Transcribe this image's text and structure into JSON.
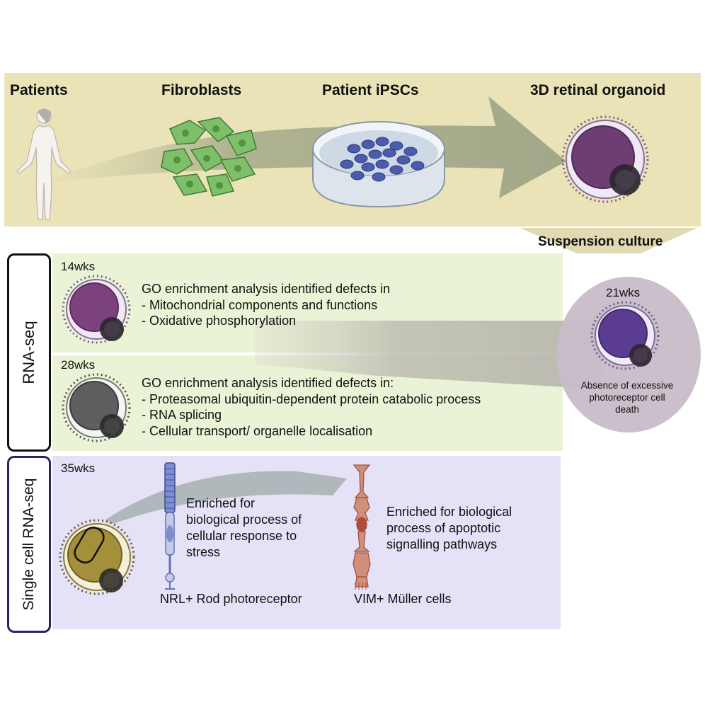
{
  "top": {
    "patients": "Patients",
    "fibroblasts": "Fibroblasts",
    "ipscs": "Patient iPSCs",
    "organoid": "3D retinal organoid",
    "suspension": "Suspension culture"
  },
  "rnaseq": {
    "label": "RNA-seq",
    "wk14": {
      "time": "14wks",
      "lines": [
        "GO enrichment analysis identified defects in",
        "- Mitochondrial components and functions",
        "- Oxidative phosphorylation"
      ]
    },
    "wk28": {
      "time": "28wks",
      "lines": [
        "GO enrichment analysis identified defects in:",
        "- Proteasomal ubiquitin-dependent protein catabolic process",
        "- RNA splicing",
        "- Cellular transport/ organelle localisation"
      ]
    },
    "wk21": {
      "time": "21wks",
      "lines": [
        "Absence of  excessive",
        "photoreceptor cell",
        "death"
      ]
    }
  },
  "single_cell": {
    "label": "Single cell RNA-seq",
    "time": "35wks",
    "rod_lines": [
      "Enriched for",
      "biological process of",
      "cellular response to",
      "stress"
    ],
    "muller_lines": [
      "Enriched for biological",
      "process of apoptotic",
      "signalling pathways"
    ],
    "rod_caption": "NRL+ Rod photoreceptor",
    "muller_caption": "VIM+ Müller cells"
  },
  "colors": {
    "top_band": "#ebe3b8",
    "green_band": "#eaf3d5",
    "purple_band": "#e5e1f6",
    "arrow": "#a7ae8a"
  }
}
